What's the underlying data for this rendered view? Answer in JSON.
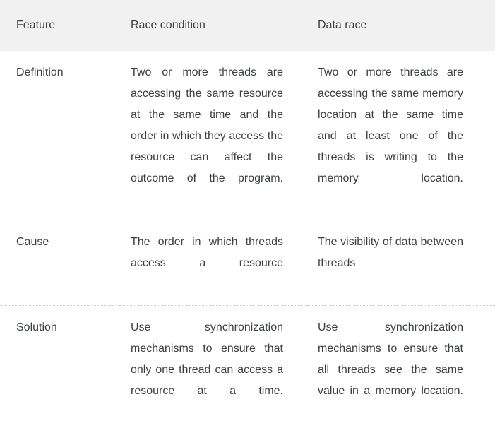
{
  "table": {
    "columns": [
      {
        "key": "feature",
        "label": "Feature"
      },
      {
        "key": "race",
        "label": "Race condition"
      },
      {
        "key": "datarace",
        "label": "Data race"
      }
    ],
    "rows": [
      {
        "feature": "Definition",
        "race": "Two or more threads are accessing the same resource at the same time and the order in which they access the resource can affect the outcome of the program.",
        "datarace": "Two or more threads are accessing the same memory location at the same time and at least one of the threads is writing to the memory location.",
        "divider_above": false
      },
      {
        "feature": "Cause",
        "race": "The order in which threads access a resource",
        "datarace": "The visibility of data between threads",
        "divider_above": false
      },
      {
        "feature": "Solution",
        "race": "Use synchronization mechanisms to ensure that only one thread can access a resource at a time.",
        "datarace": "Use synchronization mechanisms to ensure that all threads see the same value in a memory location.",
        "divider_above": true
      }
    ]
  },
  "style": {
    "header_background": "#f1f1f1",
    "text_color": "#3c4043",
    "divider_color": "#c8c8c8",
    "page_background": "#ffffff"
  }
}
